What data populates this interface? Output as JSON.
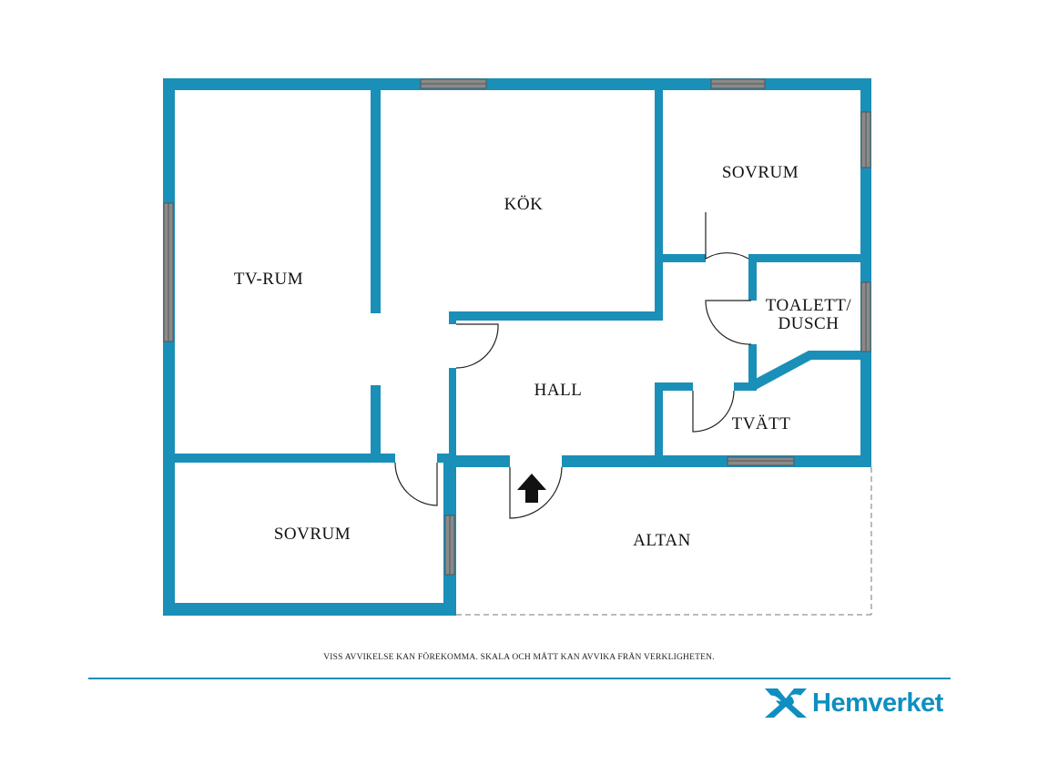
{
  "colors": {
    "wall": "#1a8fb8",
    "window": "#8a8a8a",
    "brand": "#0f8fc0",
    "text": "#111111"
  },
  "rooms": {
    "tv_rum": "TV-RUM",
    "kok": "KÖK",
    "sovrum_1": "SOVRUM",
    "toalett_line1": "TOALETT/",
    "toalett_line2": "DUSCH",
    "hall": "HALL",
    "tvatt": "TVÄTT",
    "sovrum_2": "SOVRUM",
    "altan": "ALTAN"
  },
  "disclaimer": "VISS AVVIKELSE KAN FÖREKOMMA. SKALA OCH MÅTT KAN AVVIKA FRÅN VERKLIGHETEN.",
  "brand": {
    "name": "Hemverket",
    "icon": "griffin-logo-icon"
  },
  "icons": {
    "entrance": "up-arrow-icon"
  }
}
